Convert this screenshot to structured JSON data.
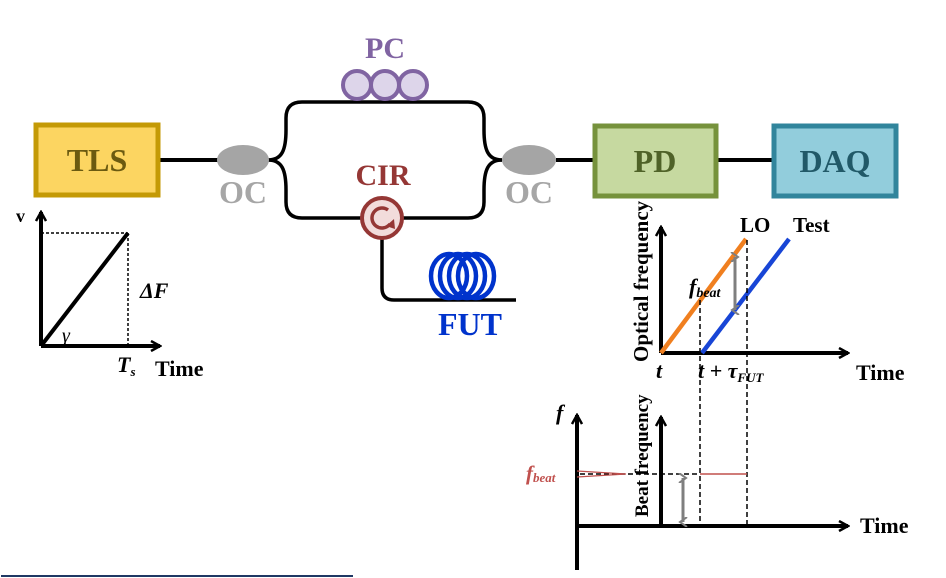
{
  "colors": {
    "tls_fill": "#fcd561",
    "tls_stroke": "#c49a06",
    "tls_text": "#6b5a10",
    "pd_fill": "#c6d9a0",
    "pd_stroke": "#76923c",
    "pd_text": "#4f6228",
    "daq_fill": "#92cddc",
    "daq_stroke": "#31859c",
    "daq_text": "#215968",
    "oc_fill": "#a5a5a5",
    "oc_text": "#a6a6a6",
    "pc_fill": "#ddd5ea",
    "pc_stroke": "#8064a2",
    "pc_text": "#8064a2",
    "cir_fill": "#f2dcdb",
    "cir_stroke": "#953735",
    "cir_text": "#953735",
    "fut_color": "#0033cc",
    "lo_line": "#f07f1f",
    "test_line": "#1845d6",
    "gray_arrow": "#7f7f7f",
    "fbeat_red": "#c0504d",
    "footer_line": "#1f3864"
  },
  "blocks": {
    "tls": "TLS",
    "pd": "PD",
    "daq": "DAQ",
    "oc_left": "OC",
    "oc_right": "OC",
    "pc": "PC",
    "cir": "CIR",
    "fut": "FUT"
  },
  "sweep_plot": {
    "y_label": "v",
    "x_label": "Time",
    "slope_label": "γ",
    "range_label": "ΔF",
    "period_label": "T",
    "period_sub": "s"
  },
  "optical_plot": {
    "y_label": "Optical frequency",
    "x_label": "Time",
    "lo_label": "LO",
    "test_label": "Test",
    "beat_label": "f",
    "beat_sub": "beat",
    "t0_label": "t",
    "t1_label": "t + τ",
    "t1_sub": "FUT"
  },
  "beat_plot": {
    "y_label": "f",
    "inner_y_label": "Beat frequency",
    "x_label": "Time",
    "beat_label": "f",
    "beat_sub": "beat"
  }
}
